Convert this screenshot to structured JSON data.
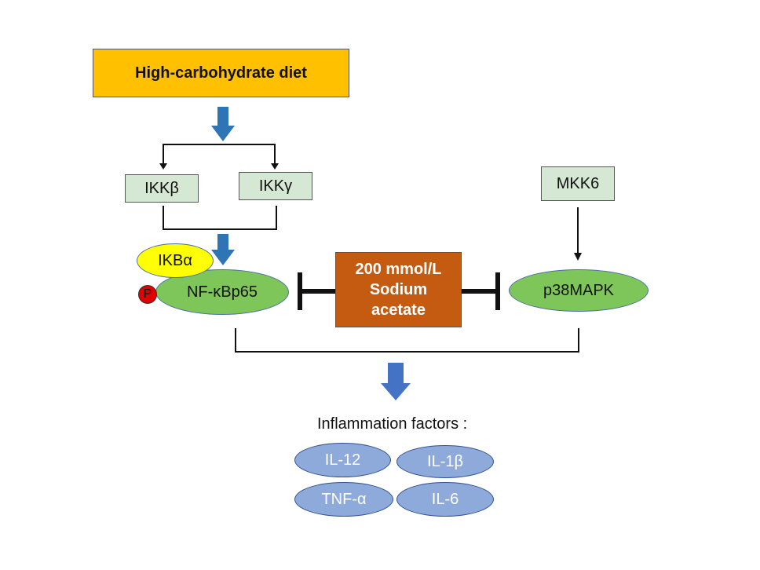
{
  "diet": {
    "label": "High-carbohydrate diet",
    "color": "#ffc000"
  },
  "kinases": {
    "ikkb": "IKKβ",
    "ikkg": "IKKγ",
    "mkk6": "MKK6"
  },
  "ikba": "IKBα",
  "phospho": "P",
  "nfkb": "NF-κBp65",
  "p38": "p38MAPK",
  "treatment": {
    "lines": [
      "200 mmol/L",
      "Sodium",
      "acetate"
    ],
    "color": "#c55a11"
  },
  "inflammation": {
    "title": "Inflammation factors :",
    "factors": [
      "IL-12",
      "IL-1β",
      "TNF-α",
      "IL-6"
    ]
  },
  "colors": {
    "arrow_blue": "#2e75b6",
    "ellipse_green": "#7fc65a",
    "box_green": "#d5e8d4",
    "ikba_yellow": "#ffff00",
    "phospho_red": "#e00000",
    "factor_blue": "#8eaadb"
  }
}
